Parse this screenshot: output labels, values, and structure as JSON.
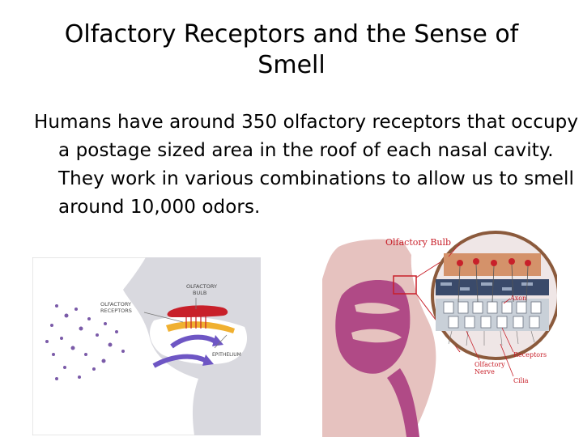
{
  "slide": {
    "title": "Olfactory Receptors and the Sense of Smell",
    "body": "Humans have around 350 olfactory receptors that occupy a postage sized area in the roof of each nasal cavity. They work in various combinations to allow us to smell around 10,000 odors."
  },
  "figure_left": {
    "labels": {
      "bulb_line1": "OLFACTORY",
      "bulb_line2": "BULB",
      "receptors_line1": "OLFACTORY",
      "receptors_line2": "RECEPTORS",
      "epithelium": "EPITHELIUM"
    }
  },
  "figure_right": {
    "labels": {
      "olfactory_bulb": "Olfactory Bulb",
      "axon": "Axon",
      "receptors": "Receptors",
      "nerve_line1": "Olfactory",
      "nerve_line2": "Nerve",
      "cilia": "Cilia"
    }
  },
  "colors": {
    "accent_red": "#c8202a",
    "tissue_pink": "#b04a86",
    "skin": "#e6c2bf",
    "head_gray": "#d8d8de",
    "arrow_purple": "#6e56c4",
    "epithelium_orange": "#f0b030"
  }
}
